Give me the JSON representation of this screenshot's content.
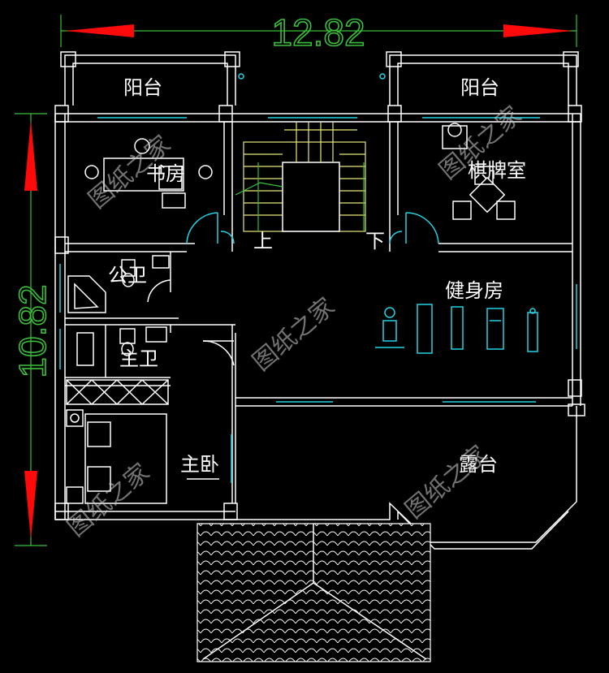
{
  "dimensions": {
    "width": "12.82",
    "height": "10.82"
  },
  "rooms": {
    "balcony_left": "阳台",
    "balcony_right": "阳台",
    "study": "书房",
    "chess_room": "棋牌室",
    "public_bath": "公卫",
    "master_bath": "主卫",
    "gym": "健身房",
    "master_bedroom": "主卧",
    "terrace": "露台"
  },
  "stairs": {
    "up": "上",
    "down": "下"
  },
  "watermark": "图纸之家",
  "colors": {
    "wall": "#ffffff",
    "window": "#22d3e6",
    "dimension": "#3bbf3b",
    "arrow": "#ff0a0a",
    "stair": "#e8e87a"
  }
}
